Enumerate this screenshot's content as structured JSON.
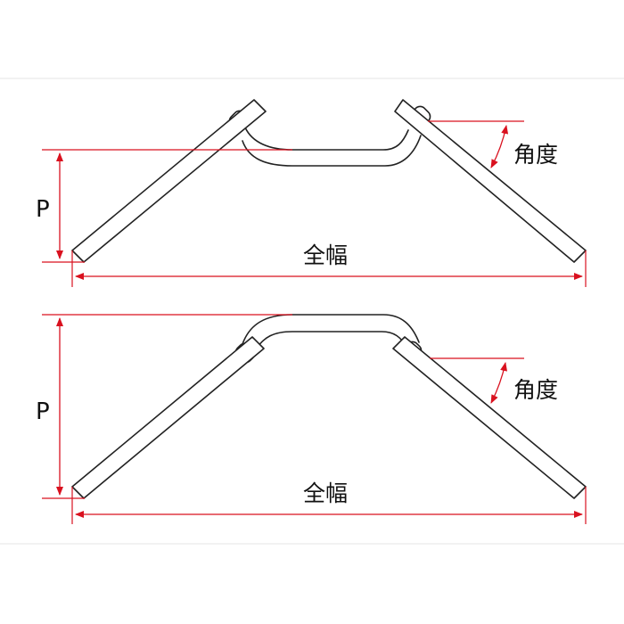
{
  "colors": {
    "dimension": "#d9111f",
    "outline": "#222222",
    "separator": "#e4e4e4",
    "text": "#111111"
  },
  "diagrams": [
    {
      "type": "low-rise-handlebar",
      "labels": {
        "rise": "P",
        "angle": "角度",
        "width": "全幅"
      }
    },
    {
      "type": "high-rise-handlebar",
      "labels": {
        "rise": "P",
        "angle": "角度",
        "width": "全幅"
      }
    }
  ]
}
